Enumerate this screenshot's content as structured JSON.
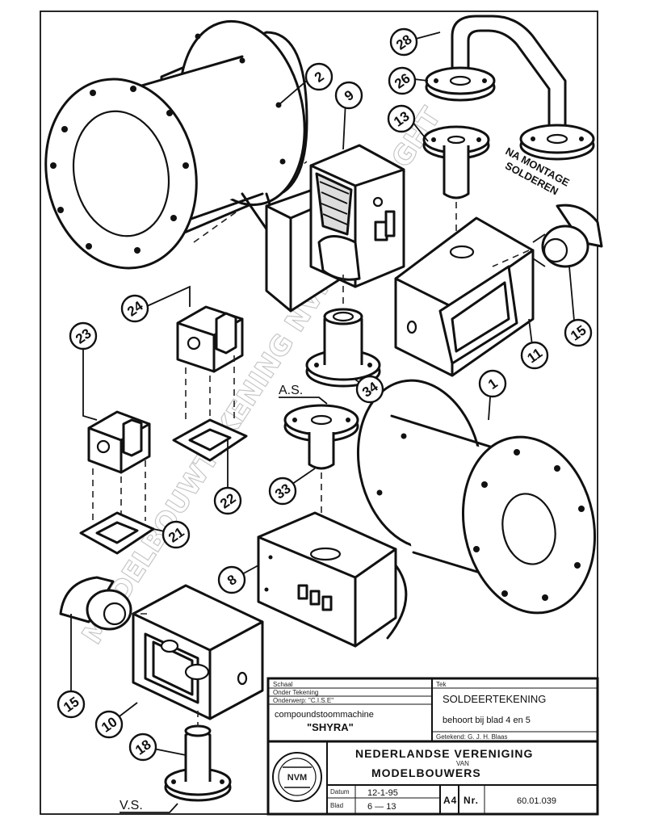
{
  "drawing": {
    "balloons": [
      "2",
      "9",
      "28",
      "26",
      "13",
      "24",
      "23",
      "15",
      "11",
      "1",
      "34",
      "33",
      "22",
      "21",
      "8",
      "15",
      "10",
      "18"
    ],
    "labels": {
      "as": "A.S.",
      "vs": "V.S.",
      "montage_note_1": "NA MONTAGE",
      "montage_note_2": "SOLDEREN"
    },
    "watermark": "MODELBOUWTEKENING NVM COPYRIGHT"
  },
  "title_block": {
    "small_label_1": "Schaal",
    "small_label_2": "Onder Tekening",
    "model_prefix": "Onderwerp: \"C.I.S.E\"",
    "model_type": "compoundstoommachine",
    "model_name": "\"SHYRA\"",
    "tag": "Tek",
    "title": "SOLDEERTEKENING",
    "subtitle": "behoort bij blad 4 en 5",
    "drawn_by": "Getekend: G. J. H. Blaas",
    "org_line_1": "NEDERLANDSE VERENIGING",
    "org_small": "VAN",
    "org_line_2": "MODELBOUWERS",
    "date_label": "Datum",
    "date_value": "12-1-95",
    "sheet_label": "Blad",
    "sheet_value": "6 — 13",
    "format": "A4",
    "number_label": "Nr.",
    "number_value": "60.01.039",
    "logo_text": "NVM"
  }
}
